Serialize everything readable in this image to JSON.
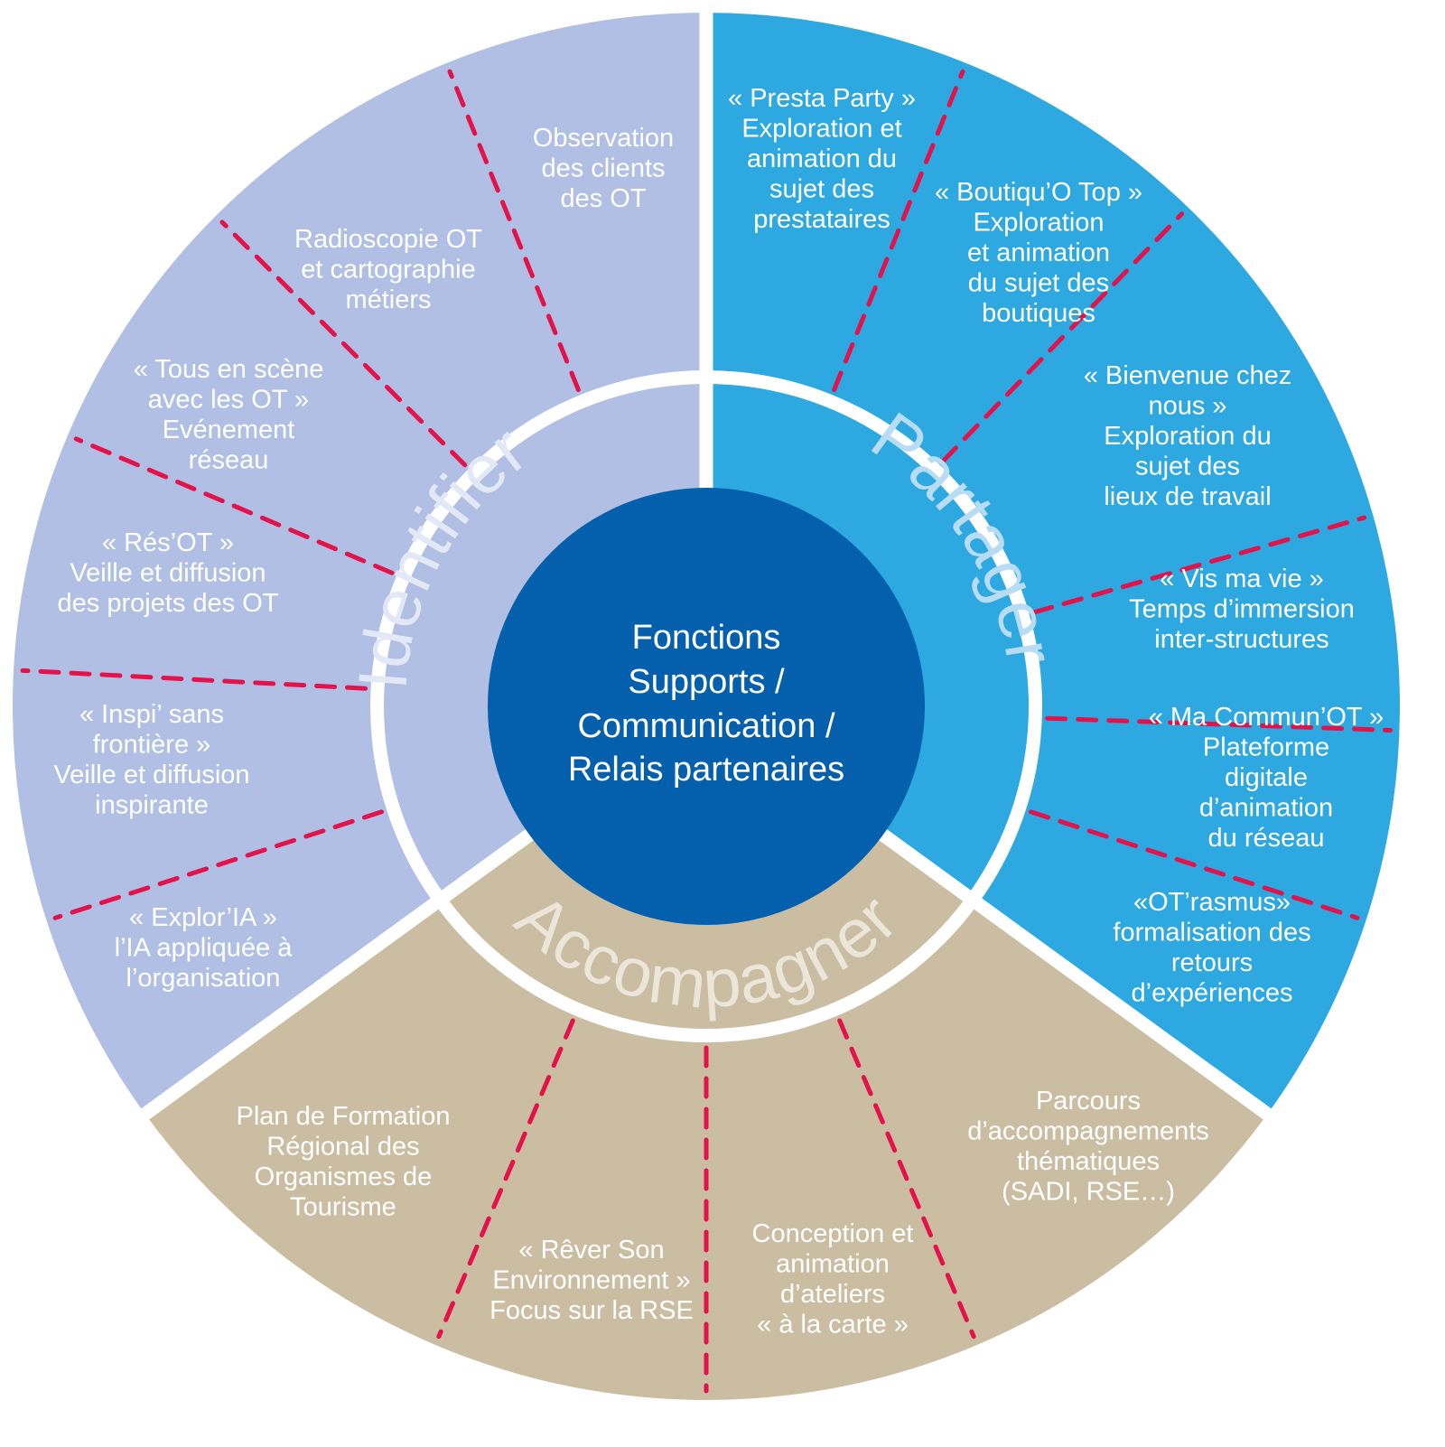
{
  "center": {
    "lines": [
      "Fonctions",
      "Supports /",
      "Communication /",
      "Relais partenaires"
    ],
    "color": "#0460ad"
  },
  "colors": {
    "separator": "#ffffff",
    "dash": "#e3124b",
    "background": "#ffffff"
  },
  "sectors": [
    {
      "id": "identifier",
      "label": "Identifier",
      "color": "#b0bfe3",
      "label_color": "#e2e8f6",
      "items": [
        {
          "lines": [
            "Observation",
            "des clients",
            "des OT"
          ]
        },
        {
          "lines": [
            "Radioscopie OT",
            "et cartographie",
            "métiers"
          ]
        },
        {
          "lines": [
            "« Tous en scène",
            "avec les OT »",
            "Evénement",
            "réseau"
          ]
        },
        {
          "lines": [
            "« Rés’OT »",
            "Veille et diffusion",
            "des projets des OT"
          ]
        },
        {
          "lines": [
            "« Inspi’ sans",
            "frontière »",
            "Veille et diffusion",
            "inspirante"
          ]
        },
        {
          "lines": [
            "« Explor’IA »",
            "l’IA appliquée à",
            "l’organisation"
          ]
        }
      ]
    },
    {
      "id": "partager",
      "label": "Partager",
      "color": "#2ea8e0",
      "label_color": "#b8dcf3",
      "items": [
        {
          "lines": [
            "« Presta Party »",
            "Exploration et",
            "animation du",
            "sujet des",
            "prestataires"
          ]
        },
        {
          "lines": [
            "« Boutiqu’O Top »",
            "Exploration",
            "et animation",
            "du sujet des",
            "boutiques"
          ]
        },
        {
          "lines": [
            "« Bienvenue chez",
            "nous »",
            "Exploration du",
            "sujet des",
            "lieux de travail"
          ]
        },
        {
          "lines": [
            "« Vis ma vie »",
            "Temps d’immersion",
            "inter-structures"
          ]
        },
        {
          "lines": [
            "« Ma Commun’OT »",
            "Plateforme",
            "digitale",
            "d’animation",
            "du réseau"
          ]
        },
        {
          "lines": [
            "«OT’rasmus»",
            "formalisation des",
            "retours",
            "d’expériences"
          ]
        }
      ]
    },
    {
      "id": "accompagner",
      "label": "Accompagner",
      "color": "#cbbda2",
      "label_color": "#ebe5da",
      "items": [
        {
          "lines": [
            "Parcours",
            "d’accompagnements",
            "thématiques",
            "(SADI, RSE…)"
          ]
        },
        {
          "lines": [
            "Conception et",
            "animation",
            "d’ateliers",
            "« à la carte »"
          ]
        },
        {
          "lines": [
            "« Rêver Son",
            "Environnement »",
            "Focus sur la RSE"
          ]
        },
        {
          "lines": [
            "Plan de Formation",
            "Régional des",
            "Organismes de",
            "Tourisme"
          ]
        }
      ]
    }
  ]
}
